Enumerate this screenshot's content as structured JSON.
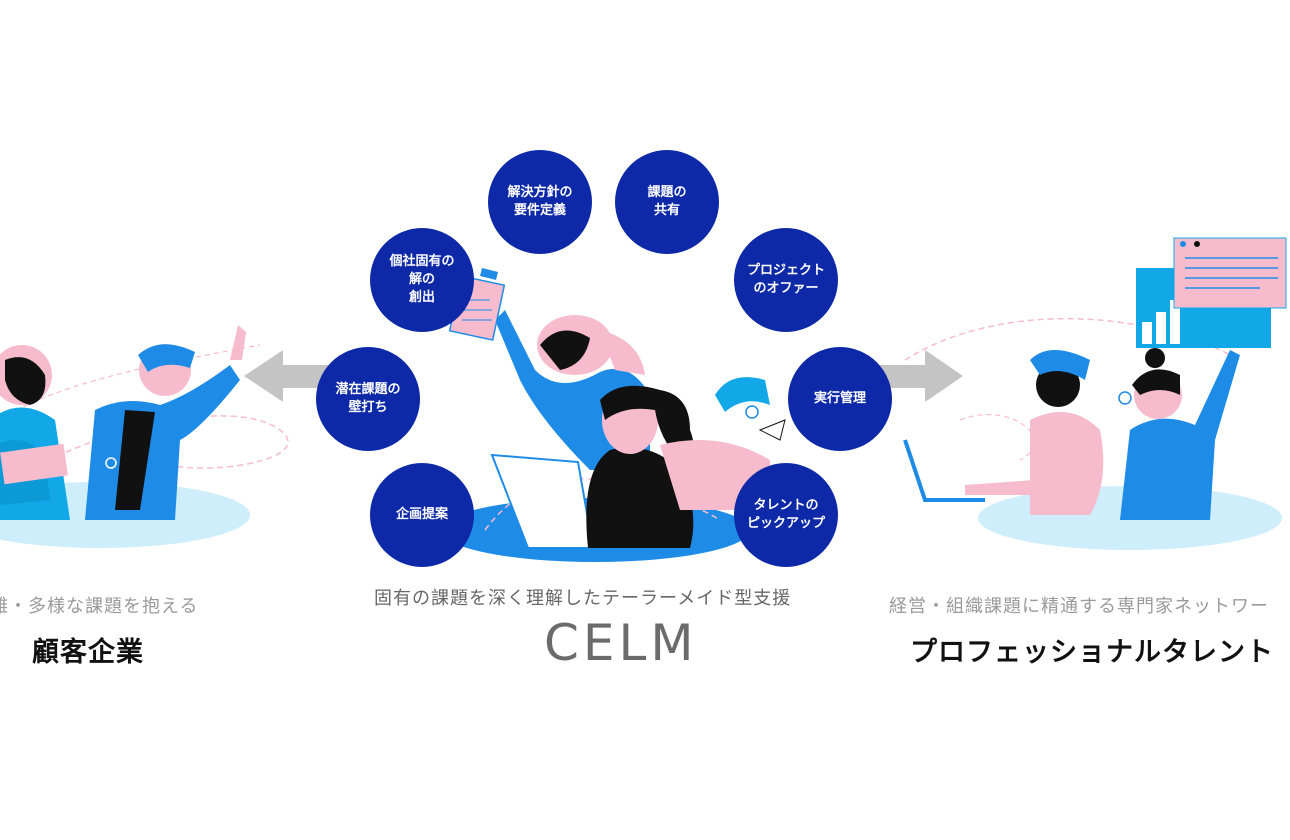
{
  "left": {
    "subtitle": "雑・多様な課題を抱える",
    "title": "顧客企業"
  },
  "center": {
    "subtitle": "固有の課題を深く理解したテーラーメイド型支援",
    "logo_text": "CELM"
  },
  "right": {
    "subtitle": "経営・組織課題に精通する専門家ネットワー",
    "title": "プロフェッショナルタレント"
  },
  "circles": [
    "解決方針の\n要件定義",
    "課題の\n共有",
    "プロジェクト\nのオファー",
    "実行管理",
    "タレントの\nピックアップ",
    "企画提案",
    "潜在課題の\n壁打ち",
    "個社固有の\n解の\n創出"
  ],
  "colors": {
    "circle_fill": "#0d29a8",
    "blue": "#1e8ce6",
    "pink": "#f6bccd",
    "light_blue": "#cdeefa",
    "arrow_gray": "#c4c4c4"
  }
}
